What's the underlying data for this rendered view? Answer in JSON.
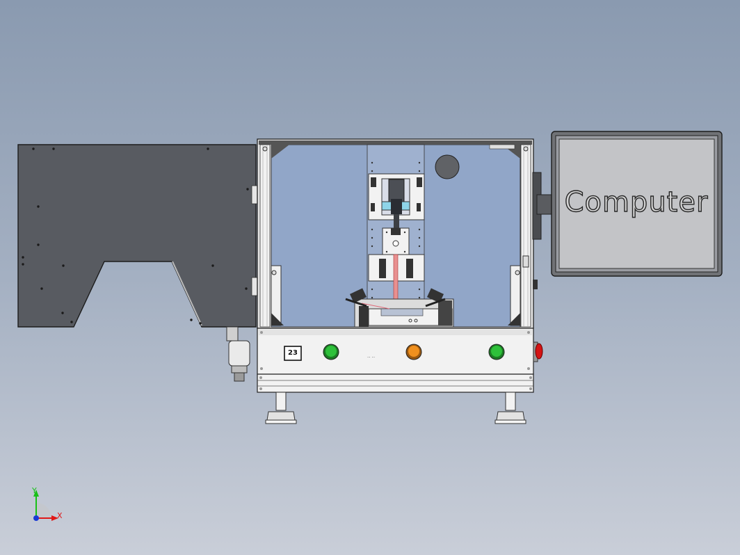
{
  "monitor": {
    "label": "Computer"
  },
  "panel": {
    "counter_display": "23",
    "small_label": ".. .."
  },
  "triad": {
    "x_label": "X",
    "y_label": "Y"
  },
  "colors": {
    "background_top": "#8a9ab0",
    "background_bottom": "#c9ced8",
    "door": "#585b61",
    "cabinet_interior": "#91a6c8",
    "frame": "#dcdcdc",
    "start_button": "#2ec03a",
    "pause_button": "#f0901e",
    "emergency_stop": "#d41414"
  },
  "icons": [
    "coordinate-triad-icon"
  ]
}
